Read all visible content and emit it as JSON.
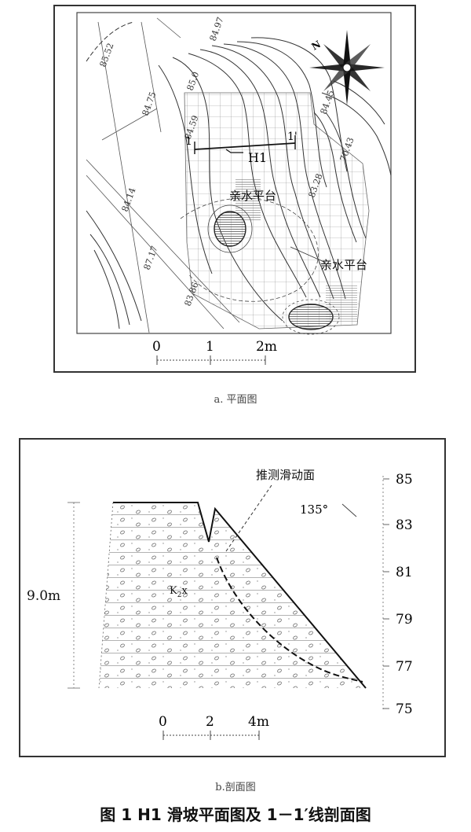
{
  "plan": {
    "contours": [
      "85.52",
      "84.97",
      "85.0",
      "84.75",
      "84.59",
      "84.45",
      "84.14",
      "87.17",
      "83.86",
      "70.43",
      "83.28"
    ],
    "section_line": {
      "start": "1",
      "end": "1'",
      "label": "H1"
    },
    "platform_labels": [
      "亲水平台",
      "亲水平台"
    ],
    "north": "N",
    "scale": [
      "0",
      "1",
      "2m"
    ],
    "caption": "a. 平面图"
  },
  "section": {
    "label_slip": "推测滑动面",
    "angle": "135°",
    "height": "9.0m",
    "stratum_main": "K",
    "stratum_sub": "2",
    "stratum_tail": "x",
    "elevations": [
      "85",
      "83",
      "81",
      "79",
      "77",
      "75"
    ],
    "scale": [
      "0",
      "2",
      "4m"
    ],
    "caption": "b.剖面图"
  },
  "figure_title": "图 1   H1 滑坡平面图及 1－1′线剖面图"
}
